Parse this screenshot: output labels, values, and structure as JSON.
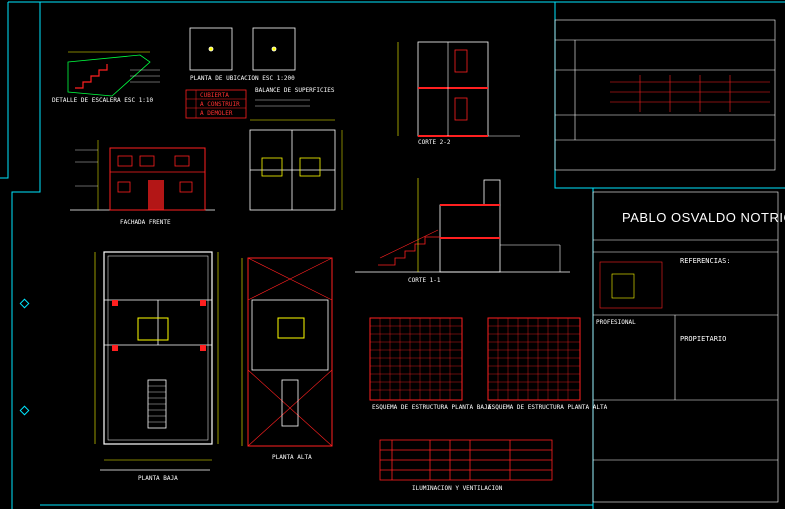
{
  "colors": {
    "background": "#000000",
    "border": "#00e6ff",
    "wall": "#ff2020",
    "dim": "#ffff00",
    "text": "#ffffff",
    "detail": "#00ff40"
  },
  "labels": {
    "stair_detail": "DETALLE DE ESCALERA ESC 1:10",
    "site_plan": "PLANTA DE UBICACION ESC 1:200",
    "surface_balance": "BALANCE DE SUPERFICIES",
    "front_facade": "FACHADA FRENTE",
    "ground_floor": "PLANTA BAJA",
    "upper_floor": "PLANTA ALTA",
    "section_1": "CORTE 1-1",
    "section_2": "CORTE 2-2",
    "ground_structure": "ESQUEMA DE ESTRUCTURA PLANTA BAJA",
    "upper_structure": "ESQUEMA DE ESTRUCTURA PLANTA ALTA",
    "lighting_table": "ILUMINACION Y VENTILACION"
  },
  "title_block": {
    "owner_name": "PABLO OSVALDO NOTRICA",
    "references": "REFERENCIAS:",
    "owner": "PROPIETARIO",
    "professional": "PROFESIONAL"
  },
  "legend_items": [
    "CUBIERTA",
    "A CONSTRUIR",
    "A DEMOLER"
  ]
}
